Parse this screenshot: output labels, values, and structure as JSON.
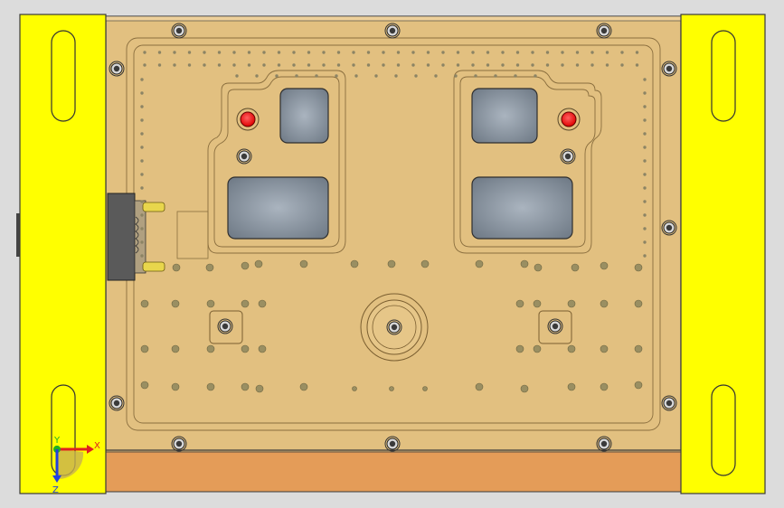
{
  "viewport": {
    "background": "#dcdcdc",
    "model": {
      "bracket_color": "#ffff00",
      "plate_color": "#e2c080",
      "base_color": "#e49c58",
      "pocket_color": "#8e9aa7",
      "red_pin_color": "#ff1111",
      "connector_color": "#555555",
      "pin_color": "#e8d64c",
      "screw_icon": "socket-head-screw-icon",
      "pin_icon": "red-locating-pin-icon",
      "hole_icon": "drilled-hole-icon"
    },
    "triad": {
      "x_label": "X",
      "y_label": "Y",
      "z_label": "Z",
      "x_color": "#e02020",
      "y_color": "#20b020",
      "z_color": "#2040e0"
    }
  }
}
